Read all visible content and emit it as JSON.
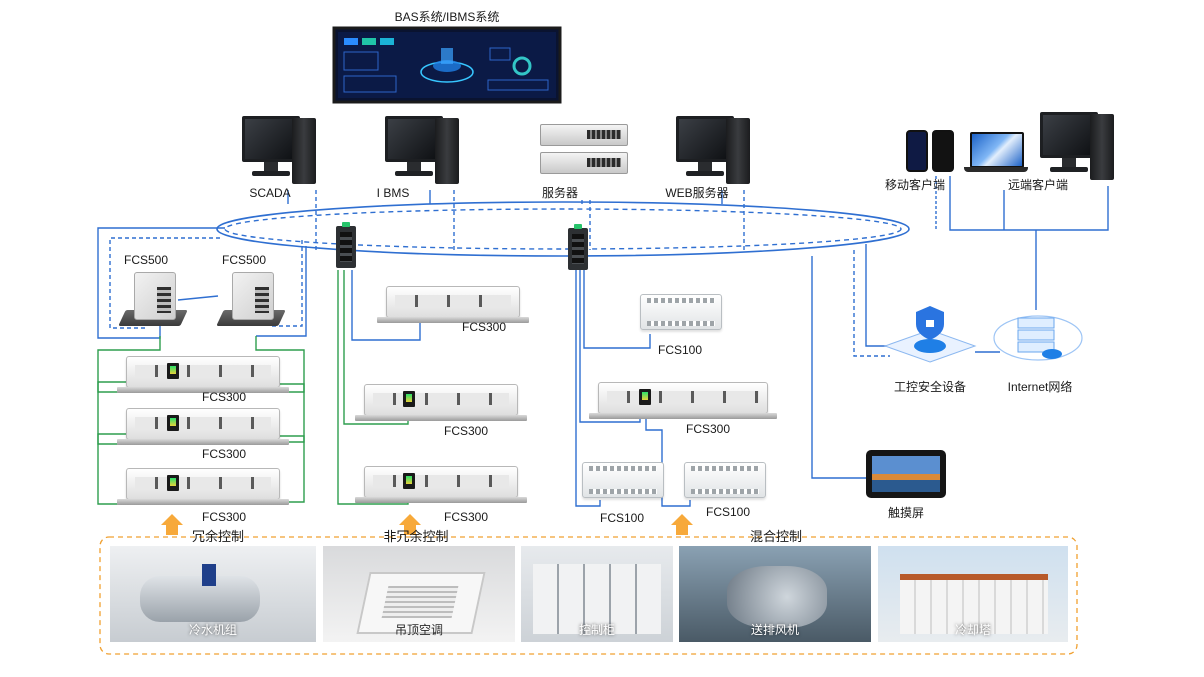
{
  "colors": {
    "network_line": "#2f6fd1",
    "field_bus_line": "#2e9e4e",
    "group_frame": "#f0a030",
    "upload_arrow": "#f7a93a"
  },
  "top": {
    "system_label": "BAS系统/IBMS系统"
  },
  "workstations": {
    "scada": "SCADA",
    "ibms": "I BMS",
    "server": "服务器",
    "web_server": "WEB服务器",
    "mobile_client": "移动客户端",
    "remote_client": "远端客户端"
  },
  "controllers": {
    "fcs500_a": "FCS500",
    "fcs500_b": "FCS500",
    "redundant_fcs300": [
      "FCS300",
      "FCS300",
      "FCS300"
    ],
    "non_redundant_fcs300": [
      "FCS300",
      "FCS300",
      "FCS300"
    ],
    "mixed_fcs100_top": "FCS100",
    "mixed_fcs300": "FCS300",
    "mixed_fcs100_bl": "FCS100",
    "mixed_fcs100_br": "FCS100"
  },
  "security": {
    "ics_security": "工控安全设备",
    "internet": "Internet网络",
    "touchscreen": "触摸屏"
  },
  "control_modes": {
    "redundant": "冗余控制",
    "non_redundant": "非冗余控制",
    "mixed": "混合控制"
  },
  "field_equipment": [
    "冷水机组",
    "吊顶空调",
    "控制柜",
    "送排风机",
    "冷却塔"
  ],
  "icons": {
    "shield": "shield-lock-icon",
    "cloud": "cloud-server-icon"
  }
}
